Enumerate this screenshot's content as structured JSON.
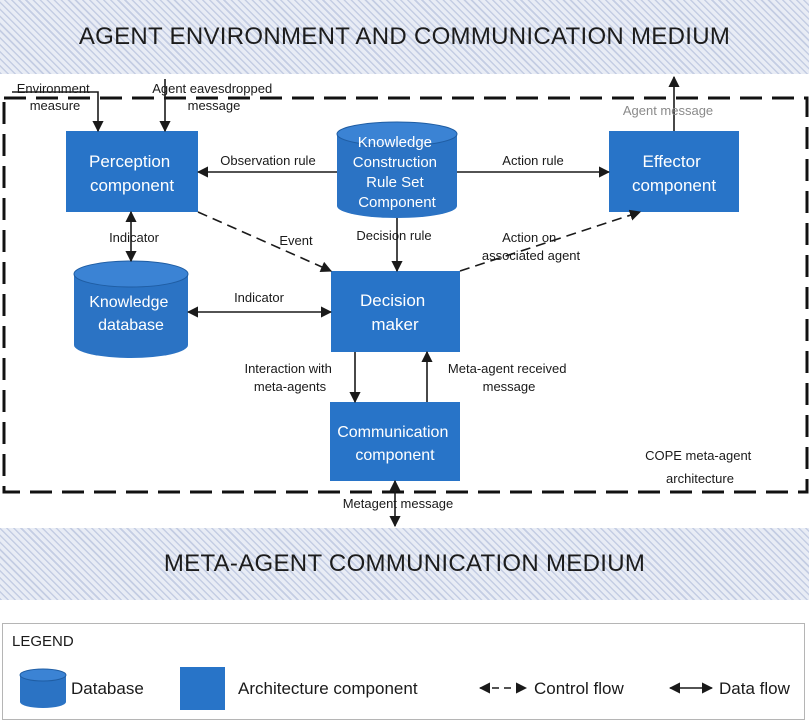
{
  "top_band": {
    "title": "AGENT ENVIRONMENT AND COMMUNICATION MEDIUM"
  },
  "bottom_band": {
    "title": "META-AGENT COMMUNICATION MEDIUM"
  },
  "frame_label": [
    "COPE meta-agent",
    "architecture"
  ],
  "nodes": {
    "perception": [
      "Perception",
      "component"
    ],
    "knowledge_rules": [
      "Knowledge",
      "Construction",
      "Rule Set",
      "Component"
    ],
    "effector": [
      "Effector",
      "component"
    ],
    "knowledge_db": [
      "Knowledge",
      "database"
    ],
    "decision": [
      "Decision",
      "maker"
    ],
    "communication": [
      "Communication",
      "component"
    ]
  },
  "edge_labels": {
    "environment_measure": [
      "Environment",
      "measure"
    ],
    "eavesdropped": [
      "Agent eavesdropped",
      "message"
    ],
    "agent_message": "Agent message",
    "observation_rule": "Observation rule",
    "action_rule": "Action rule",
    "indicator_vertical": "Indicator",
    "event": "Event",
    "decision_rule": "Decision rule",
    "action_on_agent": [
      "Action on",
      "associated agent"
    ],
    "indicator_horizontal": "Indicator",
    "interaction_meta": [
      "Interaction with",
      "meta-agents"
    ],
    "meta_received": [
      "Meta-agent received",
      "message"
    ],
    "metagent_message": "Metagent message"
  },
  "legend": {
    "title": "LEGEND",
    "database": "Database",
    "architecture_component": "Architecture component",
    "control_flow": "Control flow",
    "data_flow": "Data flow"
  },
  "colors": {
    "component_fill": "#2874c8",
    "database_fill": "#2b73c4",
    "band_base": "#e8ecf5",
    "band_hatch": "#c4cde3"
  }
}
